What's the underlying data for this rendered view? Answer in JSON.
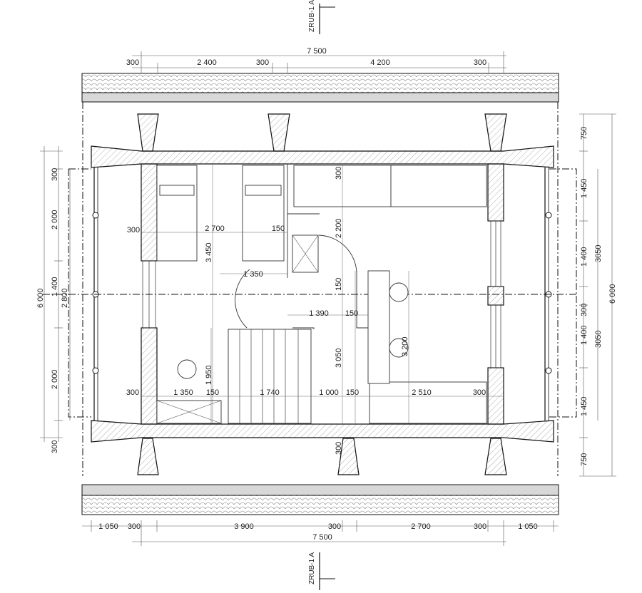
{
  "section_label": "ZRUB-1 A",
  "dims": {
    "top_total": "7 500",
    "top": [
      "300",
      "2 400",
      "300",
      "4 200",
      "300"
    ],
    "bottom_total": "7 500",
    "bottom": [
      "1 050",
      "300",
      "3 900",
      "300",
      "2 700",
      "300",
      "1 050"
    ],
    "left_outer": "6 000",
    "left_mid": "2 800",
    "left": [
      "300",
      "2 000",
      "1 400",
      "2 000",
      "300"
    ],
    "right_outer": "6 000",
    "right_mid": [
      "3050",
      "3050"
    ],
    "right": [
      "750",
      "1 450",
      "1 400",
      "300",
      "1 400",
      "1 450",
      "750"
    ],
    "interior": {
      "a": "300",
      "b": "2 700",
      "c": "150",
      "d": "2 200",
      "e": "3 450",
      "f": "1 350",
      "g": "150",
      "h": "1 390",
      "i": "150",
      "j": "3 050",
      "k": "3 200",
      "l": "1 950",
      "m": "300",
      "n": "1 350",
      "o": "150",
      "p": "1 740",
      "q": "1 000",
      "r": "150",
      "s": "2 510",
      "t": "300",
      "u": "300",
      "v": "300"
    }
  },
  "colors": {
    "line": "#111111",
    "hatch": "#888888",
    "roof": "#d8d8d8"
  }
}
